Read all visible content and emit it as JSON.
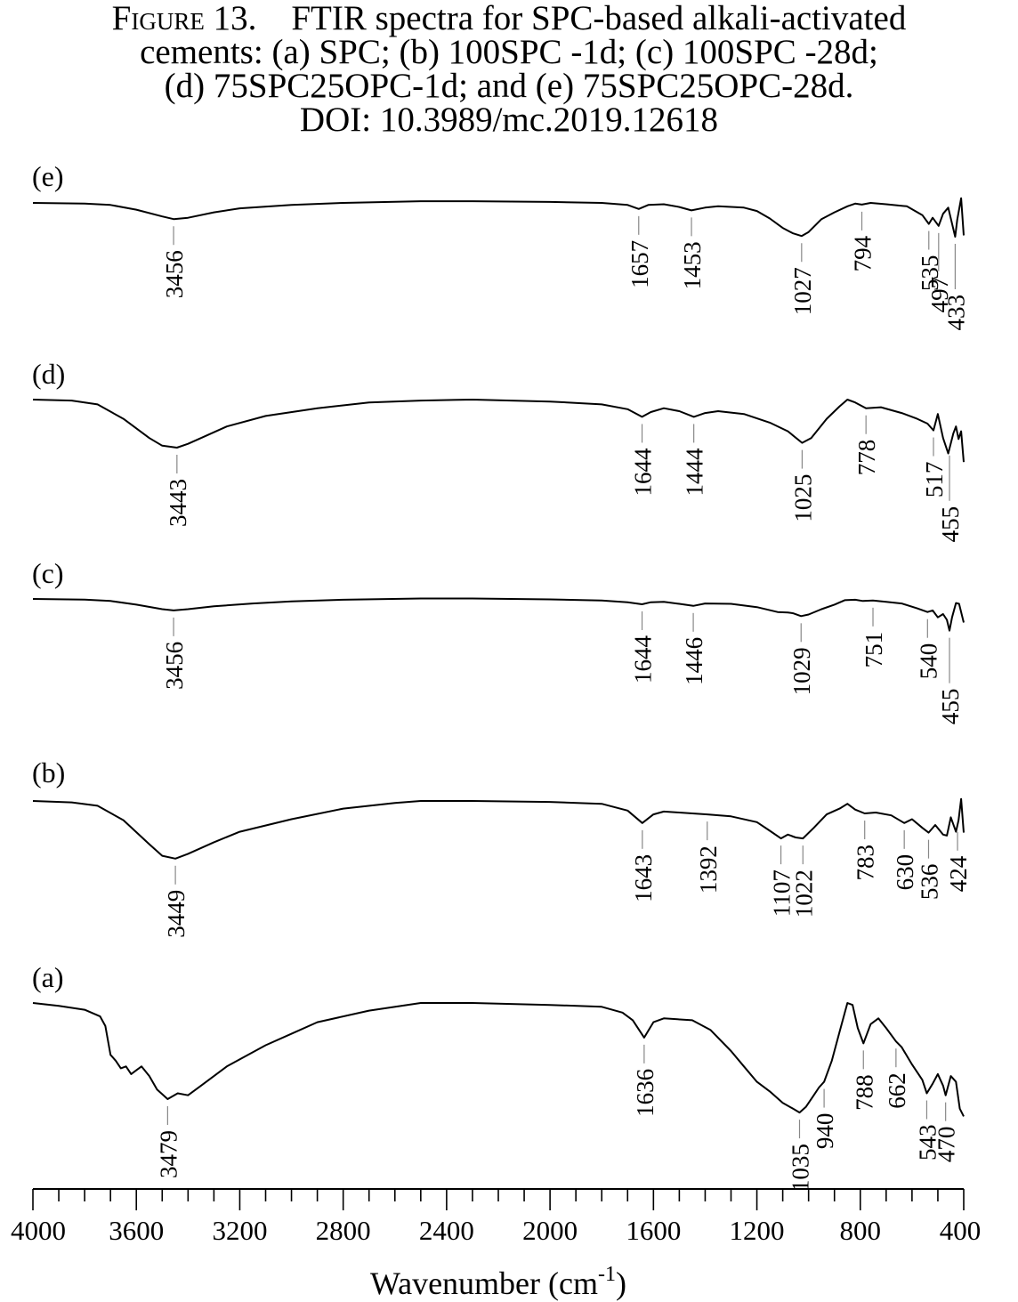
{
  "caption": {
    "line1_prefix": "Figure 13.",
    "line1_rest": "FTIR spectra for SPC-based alkali-activated",
    "line2": "cements: (a) SPC; (b) 100SPC -1d; (c) 100SPC -28d;",
    "line3": "(d) 75SPC25OPC-1d; and (e) 75SPC25OPC-28d.",
    "line4": "DOI: 10.3989/mc.2019.12618"
  },
  "chart_data": {
    "type": "line",
    "title": "FTIR spectra for SPC-based alkali-activated cements: (a) SPC; (b) 100SPC -1d; (c) 100SPC -28d; (d) 75SPC25OPC-1d; and (e) 75SPC25OPC-28d.",
    "xlabel": "Wavenumber (cm-1)",
    "xlabel_main": "Wavenumber (cm",
    "xlabel_sup": "-1",
    "xlabel_end": ")",
    "xlim": [
      4000,
      400
    ],
    "x_reversed": true,
    "xticks": [
      4000,
      3600,
      3200,
      2800,
      2400,
      2000,
      1600,
      1200,
      800,
      400
    ],
    "minor_tick_step": 100,
    "y_axis_visible": false,
    "grid": false,
    "legend": "none",
    "line_color": "#000000",
    "series": [
      {
        "label": "(e)",
        "points": [
          [
            4000,
            0.0
          ],
          [
            3800,
            0.02
          ],
          [
            3700,
            0.06
          ],
          [
            3600,
            0.2
          ],
          [
            3500,
            0.4
          ],
          [
            3456,
            0.48
          ],
          [
            3400,
            0.44
          ],
          [
            3300,
            0.28
          ],
          [
            3200,
            0.16
          ],
          [
            3000,
            0.06
          ],
          [
            2800,
            0.0
          ],
          [
            2500,
            -0.05
          ],
          [
            2300,
            -0.05
          ],
          [
            2000,
            -0.03
          ],
          [
            1800,
            0.0
          ],
          [
            1700,
            0.06
          ],
          [
            1657,
            0.18
          ],
          [
            1620,
            0.06
          ],
          [
            1560,
            0.04
          ],
          [
            1500,
            0.12
          ],
          [
            1453,
            0.22
          ],
          [
            1400,
            0.14
          ],
          [
            1350,
            0.1
          ],
          [
            1250,
            0.14
          ],
          [
            1200,
            0.24
          ],
          [
            1150,
            0.46
          ],
          [
            1100,
            0.74
          ],
          [
            1060,
            0.9
          ],
          [
            1027,
            0.98
          ],
          [
            1000,
            0.86
          ],
          [
            950,
            0.48
          ],
          [
            900,
            0.28
          ],
          [
            850,
            0.1
          ],
          [
            820,
            0.02
          ],
          [
            794,
            0.05
          ],
          [
            760,
            0.0
          ],
          [
            700,
            0.04
          ],
          [
            620,
            0.1
          ],
          [
            560,
            0.36
          ],
          [
            535,
            0.62
          ],
          [
            520,
            0.44
          ],
          [
            497,
            0.68
          ],
          [
            480,
            0.32
          ],
          [
            460,
            0.14
          ],
          [
            433,
            1.0
          ],
          [
            425,
            0.5
          ],
          [
            410,
            -0.14
          ],
          [
            400,
            0.96
          ]
        ],
        "peaks": [
          3456,
          1657,
          1453,
          1027,
          794,
          535,
          497,
          433
        ]
      },
      {
        "label": "(d)",
        "points": [
          [
            4000,
            0.0
          ],
          [
            3850,
            0.02
          ],
          [
            3750,
            0.1
          ],
          [
            3650,
            0.4
          ],
          [
            3550,
            0.8
          ],
          [
            3500,
            0.96
          ],
          [
            3443,
            1.0
          ],
          [
            3400,
            0.92
          ],
          [
            3350,
            0.8
          ],
          [
            3250,
            0.56
          ],
          [
            3100,
            0.34
          ],
          [
            2900,
            0.18
          ],
          [
            2700,
            0.06
          ],
          [
            2500,
            0.02
          ],
          [
            2300,
            0.0
          ],
          [
            2000,
            0.04
          ],
          [
            1800,
            0.1
          ],
          [
            1700,
            0.2
          ],
          [
            1644,
            0.36
          ],
          [
            1610,
            0.26
          ],
          [
            1560,
            0.18
          ],
          [
            1500,
            0.24
          ],
          [
            1444,
            0.36
          ],
          [
            1400,
            0.28
          ],
          [
            1350,
            0.24
          ],
          [
            1250,
            0.3
          ],
          [
            1150,
            0.48
          ],
          [
            1080,
            0.66
          ],
          [
            1025,
            0.9
          ],
          [
            990,
            0.8
          ],
          [
            930,
            0.4
          ],
          [
            880,
            0.14
          ],
          [
            850,
            0.0
          ],
          [
            820,
            0.06
          ],
          [
            778,
            0.18
          ],
          [
            720,
            0.16
          ],
          [
            640,
            0.28
          ],
          [
            580,
            0.4
          ],
          [
            540,
            0.5
          ],
          [
            517,
            0.64
          ],
          [
            500,
            0.3
          ],
          [
            480,
            0.8
          ],
          [
            460,
            1.12
          ],
          [
            440,
            0.7
          ],
          [
            430,
            0.56
          ],
          [
            420,
            0.82
          ],
          [
            410,
            0.66
          ],
          [
            400,
            1.3
          ]
        ],
        "peaks": [
          3443,
          1644,
          1444,
          1025,
          778,
          517,
          455
        ]
      },
      {
        "label": "(c)",
        "points": [
          [
            4000,
            0.0
          ],
          [
            3800,
            0.03
          ],
          [
            3700,
            0.1
          ],
          [
            3600,
            0.28
          ],
          [
            3500,
            0.5
          ],
          [
            3456,
            0.56
          ],
          [
            3400,
            0.5
          ],
          [
            3300,
            0.36
          ],
          [
            3150,
            0.22
          ],
          [
            3000,
            0.12
          ],
          [
            2800,
            0.04
          ],
          [
            2500,
            -0.02
          ],
          [
            2300,
            -0.02
          ],
          [
            2000,
            0.02
          ],
          [
            1800,
            0.08
          ],
          [
            1700,
            0.16
          ],
          [
            1644,
            0.26
          ],
          [
            1610,
            0.16
          ],
          [
            1560,
            0.14
          ],
          [
            1500,
            0.24
          ],
          [
            1446,
            0.34
          ],
          [
            1400,
            0.22
          ],
          [
            1300,
            0.24
          ],
          [
            1200,
            0.4
          ],
          [
            1120,
            0.64
          ],
          [
            1080,
            0.66
          ],
          [
            1060,
            0.7
          ],
          [
            1029,
            0.84
          ],
          [
            1000,
            0.76
          ],
          [
            950,
            0.5
          ],
          [
            900,
            0.28
          ],
          [
            860,
            0.06
          ],
          [
            820,
            0.04
          ],
          [
            790,
            0.1
          ],
          [
            751,
            0.08
          ],
          [
            700,
            0.14
          ],
          [
            640,
            0.22
          ],
          [
            580,
            0.46
          ],
          [
            540,
            0.64
          ],
          [
            520,
            0.56
          ],
          [
            500,
            0.9
          ],
          [
            480,
            0.74
          ],
          [
            465,
            1.02
          ],
          [
            455,
            1.55
          ],
          [
            445,
            0.9
          ],
          [
            430,
            0.2
          ],
          [
            418,
            0.24
          ],
          [
            400,
            1.15
          ]
        ],
        "peaks": [
          3456,
          1644,
          1446,
          1029,
          751,
          540,
          455
        ]
      },
      {
        "label": "(b)",
        "points": [
          [
            4000,
            0.0
          ],
          [
            3850,
            0.03
          ],
          [
            3750,
            0.1
          ],
          [
            3650,
            0.4
          ],
          [
            3550,
            0.9
          ],
          [
            3500,
            1.14
          ],
          [
            3449,
            1.2
          ],
          [
            3400,
            1.1
          ],
          [
            3300,
            0.86
          ],
          [
            3200,
            0.64
          ],
          [
            3000,
            0.38
          ],
          [
            2800,
            0.16
          ],
          [
            2600,
            0.04
          ],
          [
            2500,
            0.0
          ],
          [
            2300,
            0.0
          ],
          [
            2000,
            0.02
          ],
          [
            1800,
            0.06
          ],
          [
            1700,
            0.2
          ],
          [
            1643,
            0.46
          ],
          [
            1600,
            0.28
          ],
          [
            1560,
            0.22
          ],
          [
            1500,
            0.24
          ],
          [
            1450,
            0.26
          ],
          [
            1392,
            0.28
          ],
          [
            1300,
            0.32
          ],
          [
            1200,
            0.44
          ],
          [
            1150,
            0.62
          ],
          [
            1107,
            0.78
          ],
          [
            1080,
            0.7
          ],
          [
            1050,
            0.76
          ],
          [
            1022,
            0.78
          ],
          [
            980,
            0.56
          ],
          [
            930,
            0.28
          ],
          [
            880,
            0.16
          ],
          [
            850,
            0.06
          ],
          [
            820,
            0.18
          ],
          [
            783,
            0.26
          ],
          [
            740,
            0.24
          ],
          [
            680,
            0.3
          ],
          [
            630,
            0.46
          ],
          [
            600,
            0.38
          ],
          [
            560,
            0.56
          ],
          [
            536,
            0.66
          ],
          [
            510,
            0.5
          ],
          [
            480,
            0.7
          ],
          [
            465,
            0.72
          ],
          [
            450,
            0.34
          ],
          [
            430,
            0.64
          ],
          [
            420,
            0.4
          ],
          [
            410,
            -0.04
          ],
          [
            400,
            0.66
          ]
        ],
        "peaks": [
          3449,
          1643,
          1392,
          1107,
          1022,
          783,
          630,
          536,
          424
        ]
      },
      {
        "label": "(a)",
        "points": [
          [
            4000,
            0.0
          ],
          [
            3900,
            0.03
          ],
          [
            3800,
            0.07
          ],
          [
            3740,
            0.14
          ],
          [
            3720,
            0.24
          ],
          [
            3700,
            0.54
          ],
          [
            3680,
            0.6
          ],
          [
            3660,
            0.68
          ],
          [
            3640,
            0.66
          ],
          [
            3620,
            0.74
          ],
          [
            3600,
            0.7
          ],
          [
            3580,
            0.66
          ],
          [
            3550,
            0.76
          ],
          [
            3520,
            0.9
          ],
          [
            3479,
            1.0
          ],
          [
            3440,
            0.94
          ],
          [
            3400,
            0.96
          ],
          [
            3350,
            0.86
          ],
          [
            3250,
            0.66
          ],
          [
            3100,
            0.44
          ],
          [
            3000,
            0.32
          ],
          [
            2900,
            0.2
          ],
          [
            2700,
            0.08
          ],
          [
            2500,
            0.0
          ],
          [
            2300,
            0.0
          ],
          [
            2000,
            0.02
          ],
          [
            1800,
            0.04
          ],
          [
            1720,
            0.1
          ],
          [
            1680,
            0.18
          ],
          [
            1636,
            0.36
          ],
          [
            1600,
            0.2
          ],
          [
            1560,
            0.16
          ],
          [
            1450,
            0.18
          ],
          [
            1380,
            0.28
          ],
          [
            1300,
            0.5
          ],
          [
            1250,
            0.66
          ],
          [
            1200,
            0.82
          ],
          [
            1150,
            0.92
          ],
          [
            1100,
            1.04
          ],
          [
            1060,
            1.1
          ],
          [
            1035,
            1.14
          ],
          [
            1010,
            1.08
          ],
          [
            980,
            0.96
          ],
          [
            960,
            0.88
          ],
          [
            940,
            0.82
          ],
          [
            910,
            0.6
          ],
          [
            880,
            0.3
          ],
          [
            850,
            0.0
          ],
          [
            830,
            0.02
          ],
          [
            810,
            0.26
          ],
          [
            788,
            0.42
          ],
          [
            760,
            0.22
          ],
          [
            730,
            0.16
          ],
          [
            700,
            0.26
          ],
          [
            662,
            0.4
          ],
          [
            640,
            0.46
          ],
          [
            600,
            0.64
          ],
          [
            560,
            0.8
          ],
          [
            543,
            0.94
          ],
          [
            520,
            0.84
          ],
          [
            500,
            0.74
          ],
          [
            480,
            0.86
          ],
          [
            470,
            0.96
          ],
          [
            450,
            0.76
          ],
          [
            430,
            0.82
          ],
          [
            415,
            1.1
          ],
          [
            400,
            1.18
          ]
        ],
        "peaks": [
          3479,
          1636,
          1035,
          940,
          788,
          662,
          543,
          470
        ]
      }
    ]
  }
}
